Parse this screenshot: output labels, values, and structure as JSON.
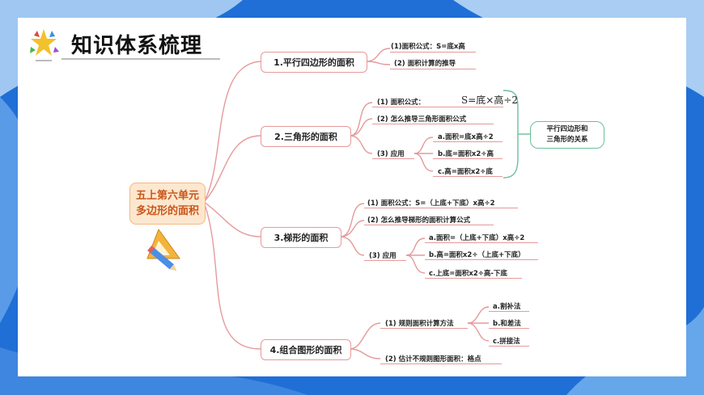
{
  "title": "知识体系梳理",
  "center": {
    "line1": "五上第六单元",
    "line2": "多边形的面积"
  },
  "branches": {
    "b1": {
      "label": "1.平行四边形的面积",
      "items": [
        "(1)面积公式：S=底x高",
        "(2) 面积计算的推导"
      ]
    },
    "b2": {
      "label": "2.三角形的面积",
      "i1": "(1) 面积公式：",
      "formula": "S=底×高÷2",
      "i2": "(2) 怎么推导三角形面积公式",
      "i3": "(3) 应用",
      "apps": [
        "a.面积=底x高÷2",
        "b.底=面积x2÷高",
        "c.高=面积x2÷底"
      ],
      "relation": {
        "line1": "平行四边形和",
        "line2": "三角形的关系"
      }
    },
    "b3": {
      "label": "3.梯形的面积",
      "i1": "(1) 面积公式：S=（上底+下底）x高÷2",
      "i2": "(2) 怎么推导梯形的面积计算公式",
      "i3": "(3) 应用",
      "apps": [
        "a.面积=（上底+下底）x高÷2",
        "b.高=面积x2÷（上底+下底）",
        "c.上底=面积x2÷高-下底"
      ]
    },
    "b4": {
      "label": "4.组合图形的面积",
      "i1": "(1) 规则面积计算方法",
      "methods": [
        "a.割补法",
        "b.和差法",
        "c.拼接法"
      ],
      "i2": "(2) 估计不规则图形面积：格点"
    }
  },
  "colors": {
    "branch_line": "#e69a9a",
    "relation_line": "#6bbf9a",
    "center_fill": "#fde7ce",
    "center_text": "#c9561b",
    "bg_blue": "#1f6fd6"
  }
}
